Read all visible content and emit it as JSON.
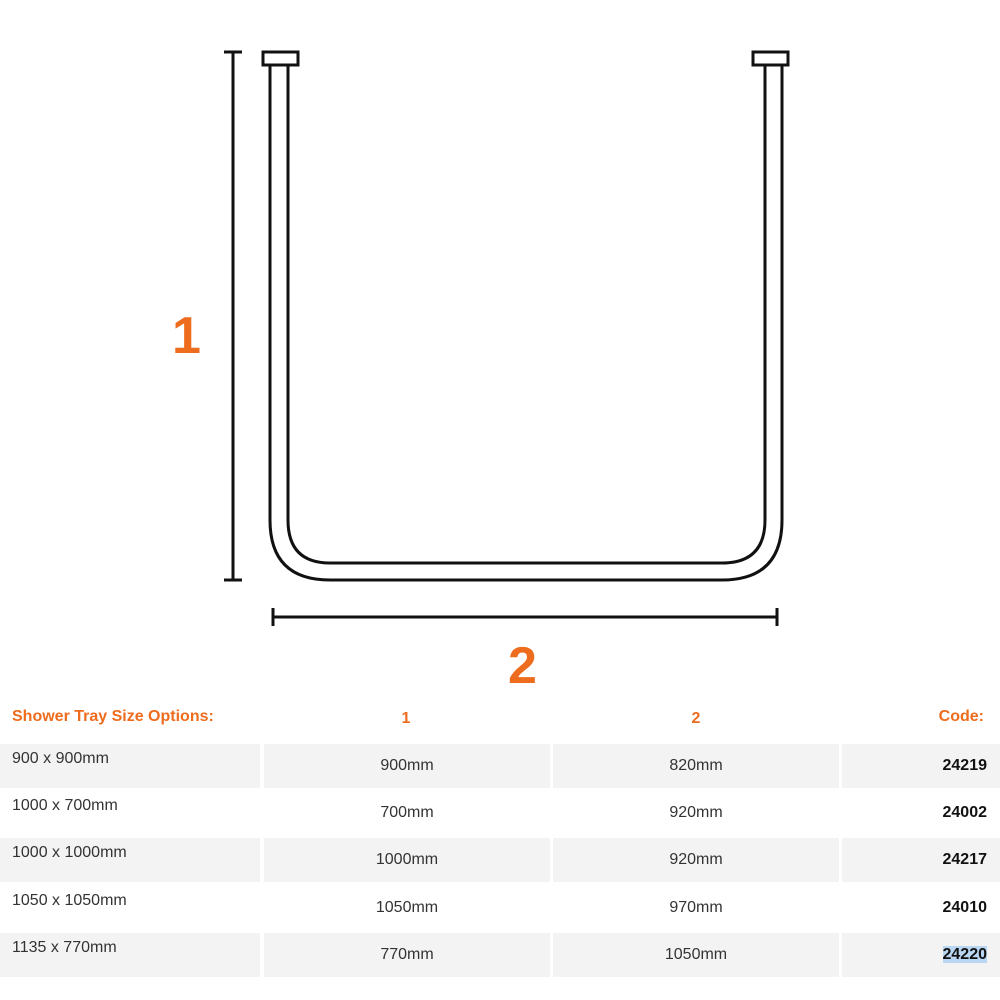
{
  "diagram": {
    "dimension_1_label": "1",
    "dimension_2_label": "2",
    "stroke_color": "#111111",
    "accent_color": "#ee6c1e"
  },
  "table": {
    "headers": {
      "size": "Shower Tray Size Options:",
      "dim1": "1",
      "dim2": "2",
      "code": "Code:"
    },
    "rows": [
      {
        "size": "900 x 900mm",
        "dim1": "900mm",
        "dim2": "820mm",
        "code": "24219"
      },
      {
        "size": "1000 x 700mm",
        "dim1": "700mm",
        "dim2": "920mm",
        "code": "24002"
      },
      {
        "size": "1000 x 1000mm",
        "dim1": "1000mm",
        "dim2": "920mm",
        "code": "24217"
      },
      {
        "size": "1050 x 1050mm",
        "dim1": "1050mm",
        "dim2": "970mm",
        "code": "24010"
      },
      {
        "size": "1135 x 770mm",
        "dim1": "770mm",
        "dim2": "1050mm",
        "code": "24220"
      }
    ]
  }
}
